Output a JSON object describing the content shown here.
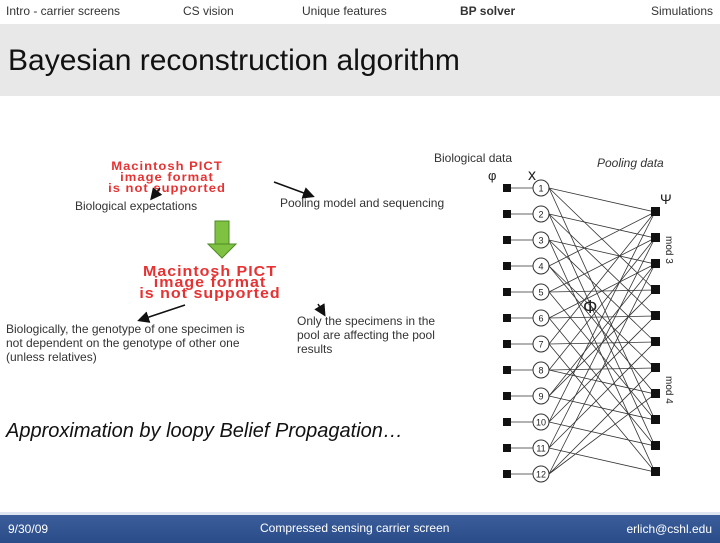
{
  "nav": {
    "items": [
      {
        "label": "Intro - carrier screens",
        "active": false
      },
      {
        "label": "CS vision",
        "active": false
      },
      {
        "label": "Unique features",
        "active": false
      },
      {
        "label": "BP solver",
        "active": true
      },
      {
        "label": "Simulations",
        "active": false
      }
    ]
  },
  "slide": {
    "title": "Bayesian reconstruction algorithm",
    "placeholder_image": {
      "line1": "Macintosh PICT",
      "line2": "image format",
      "line3": "is not supported"
    },
    "bio_expectations": "Biological expectations",
    "bio_expectations_desc": "Biologically, the genotype of one specimen is not dependent on the genotype of other one (unless relatives)",
    "bio_data": "Biological data",
    "pooling_model": "Pooling model and sequencing",
    "specimens_desc": "Only the specimens in the pool are affecting the pool results",
    "pooling_data": "Pooling data",
    "approximation": "Approximation by loopy Belief Propagation…"
  },
  "graph": {
    "specimen_labels": [
      "1",
      "2",
      "3",
      "4",
      "5",
      "6",
      "7",
      "8",
      "9",
      "10",
      "11",
      "12"
    ],
    "phi": "φ",
    "x": "x",
    "psi": "Ψ",
    "phi_big": "Φ",
    "mod3": "mod 3",
    "mod4": "mod 4"
  },
  "footer": {
    "date": "9/30/09",
    "center": "Compressed sensing carrier screen",
    "email": "erlich@cshl.edu"
  },
  "colors": {
    "arrow_green": "#7fc241",
    "footer_blue": "#2f5290",
    "pict_red": "#e63232"
  }
}
